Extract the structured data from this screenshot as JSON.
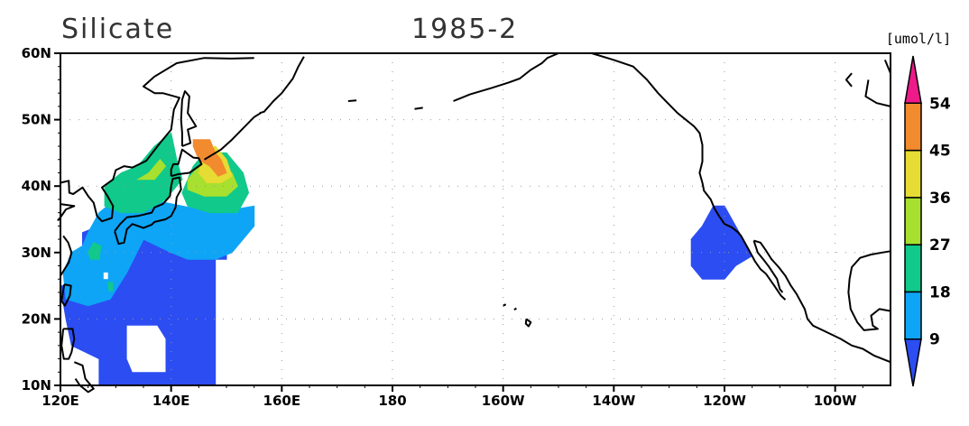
{
  "map": {
    "title_left": "Silicate",
    "title_center": "1985-2",
    "extent": {
      "lon_min": 120,
      "lon_max": 270,
      "lat_min": 10,
      "lat_max": 60
    },
    "lat_ticks": [
      {
        "value": 60,
        "label": "60N"
      },
      {
        "value": 50,
        "label": "50N"
      },
      {
        "value": 40,
        "label": "40N"
      },
      {
        "value": 30,
        "label": "30N"
      },
      {
        "value": 20,
        "label": "20N"
      },
      {
        "value": 10,
        "label": "10N"
      }
    ],
    "lon_ticks": [
      {
        "value": 120,
        "label": "120E"
      },
      {
        "value": 140,
        "label": "140E"
      },
      {
        "value": 160,
        "label": "160E"
      },
      {
        "value": 180,
        "label": "180"
      },
      {
        "value": 200,
        "label": "160W"
      },
      {
        "value": 220,
        "label": "140W"
      },
      {
        "value": 240,
        "label": "120W"
      },
      {
        "value": 260,
        "label": "100W"
      }
    ]
  },
  "colorbar": {
    "unit": "[umol/l]",
    "levels": [
      "9",
      "18",
      "27",
      "36",
      "45",
      "54"
    ],
    "colors": [
      "#2b4df2",
      "#0ea5f7",
      "#10c98b",
      "#a7e02e",
      "#e6dc33",
      "#f28a2e",
      "#ee1a8a"
    ]
  },
  "colors": {
    "land_outline": "#000000",
    "grid": "#9a9a9a"
  }
}
